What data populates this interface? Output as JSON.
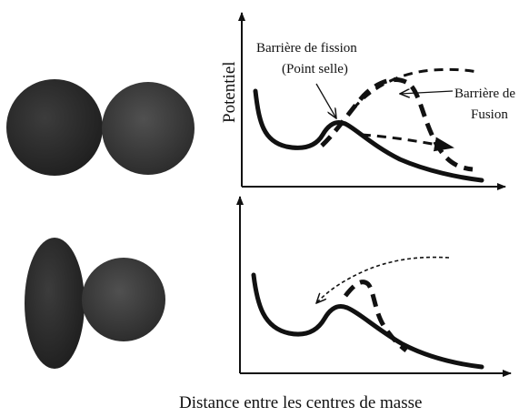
{
  "labels": {
    "y_axis": "Potentiel",
    "x_axis": "Distance entre les centres de masse",
    "fission_line1": "Barrière de fission",
    "fission_line2": "(Point selle)",
    "fusion_line1": "Barrière de",
    "fusion_line2": "Fusion"
  },
  "colors": {
    "ink": "#111111",
    "nucleus_fill": "#2b2b2b",
    "nucleus_fill_alt": "#3a3a3a"
  }
}
